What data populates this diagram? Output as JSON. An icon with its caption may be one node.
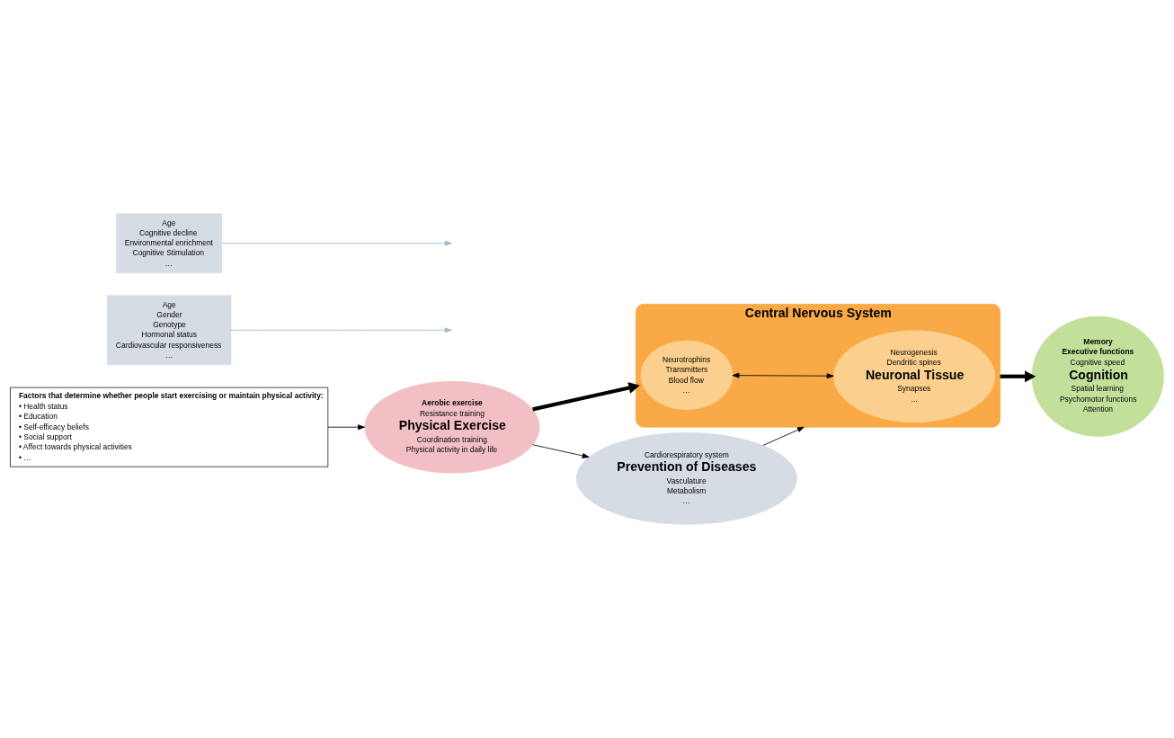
{
  "diagram": {
    "nodes": [
      {
        "text": [
          "Aerobic exercise",
          "Resistance training",
          "Physical Exercise",
          "Coordination training",
          "Physical activity in daily life"
        ]
      },
      {
        "text": [
          "Age",
          "Gender",
          "Genotype",
          "Hormonal status",
          "Cardiovascular responsiveness",
          "…"
        ]
      },
      {
        "text": [
          "Central Nervous System"
        ]
      },
      {
        "text": [
          "Neurotrophins",
          "Transmitters",
          "Blood flow",
          "…"
        ],
        "in": 2
      },
      {
        "text": [
          "Neurogenesis",
          "Dendritic spines",
          "Neuronal Tissue",
          "Synapses",
          "…"
        ],
        "in": 2
      },
      {
        "text": [
          "Age",
          "Cognitive decline",
          "Environmental enrichment",
          "Cognitive Stimulation",
          "…"
        ]
      },
      {
        "text": [
          "Memory",
          "Executive functions",
          "Cognitive speed",
          "Cognition",
          "Spatial learning",
          "Psychomotor functions",
          "Attention"
        ]
      },
      {
        "text": [
          "Factors that determine whether people start exercising or maintain physical activity:",
          "• Health status",
          "• Education",
          "• Self-efficacy beliefs",
          "• Social support",
          "• Affect towards physical activities",
          "• …"
        ]
      },
      {
        "text": [
          "Cardiorespiratory system",
          "Prevention of Diseases",
          "Vasculature",
          "Metabolism",
          "…"
        ]
      }
    ],
    "edges": [
      {
        "from": 0,
        "to": 2,
        "arrow": "to",
        "style": "thick"
      },
      {
        "from": 1,
        "to": null,
        "arrow": "to",
        "color": "#a3b8c6"
      },
      {
        "from": 3,
        "to": 4,
        "arrow": "both"
      },
      {
        "from": 5,
        "to": null,
        "arrow": "to",
        "color": "#a3b8c6"
      },
      {
        "from": 2,
        "to": 6,
        "arrow": "to",
        "style": "thick"
      },
      {
        "from": 7,
        "to": 0,
        "arrow": "to"
      },
      {
        "from": 0,
        "to": 8,
        "arrow": "to"
      },
      {
        "from": 8,
        "to": 2,
        "arrow": "to"
      }
    ]
  }
}
